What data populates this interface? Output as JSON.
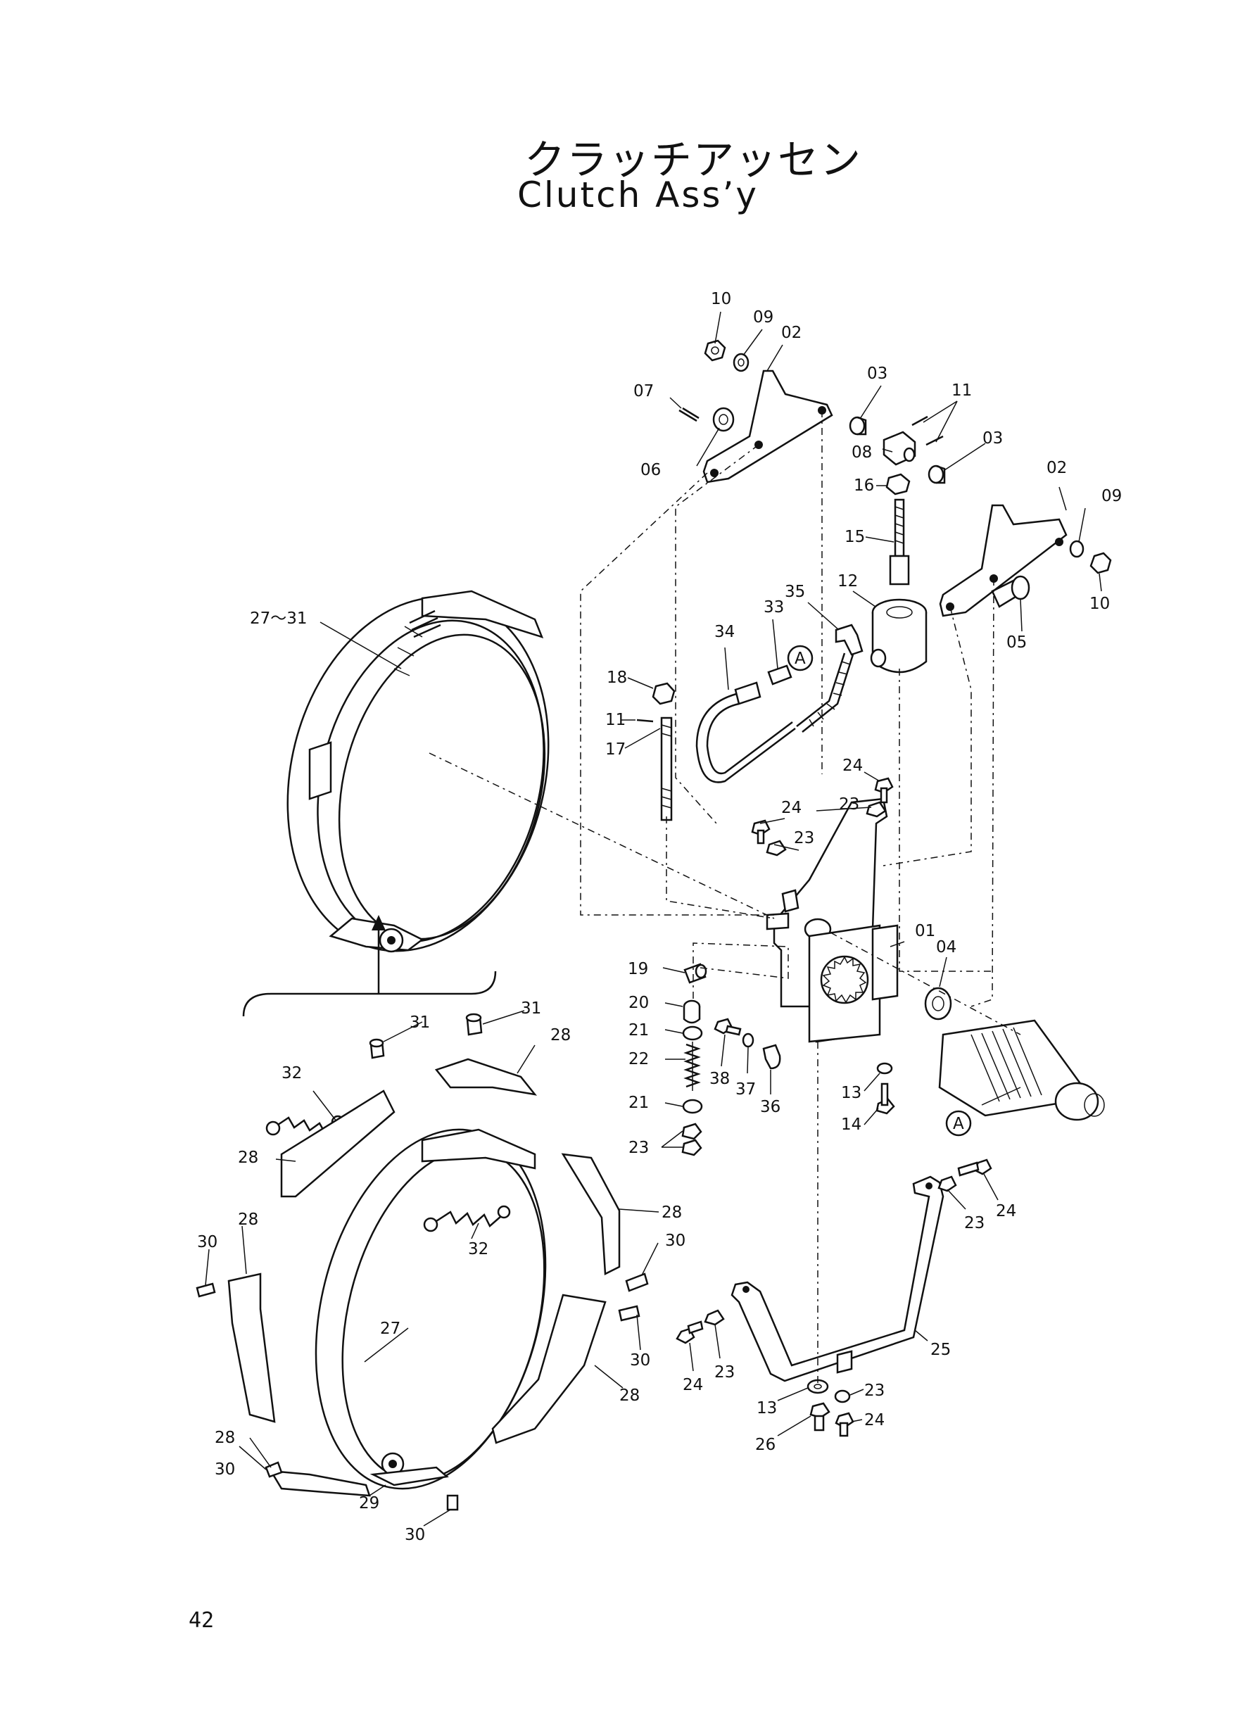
{
  "title": {
    "japanese": "クラッチアッセン",
    "english": "Clutch Ass’y"
  },
  "page_number": "42",
  "labels": {
    "p01": "01",
    "p02a": "02",
    "p02b": "02",
    "p03a": "03",
    "p03b": "03",
    "p04": "04",
    "p05": "05",
    "p06": "06",
    "p07": "07",
    "p08": "08",
    "p09a": "09",
    "p09b": "09",
    "p10a": "10",
    "p10b": "10",
    "p11a": "11",
    "p11b": "11",
    "p12": "12",
    "p13a": "13",
    "p13b": "13",
    "p14": "14",
    "p15": "15",
    "p16": "16",
    "p17": "17",
    "p18": "18",
    "p19": "19",
    "p20": "20",
    "p21a": "21",
    "p21b": "21",
    "p22": "22",
    "p23a": "23",
    "p23b": "23",
    "p23c": "23",
    "p23d": "23",
    "p23e": "23",
    "p23f": "23",
    "p24a": "24",
    "p24b": "24",
    "p24c": "24",
    "p24d": "24",
    "p24e": "24",
    "p25": "25",
    "p26": "26",
    "p27": "27",
    "p27_31": "27～31",
    "p28a": "28",
    "p28b": "28",
    "p28c": "28",
    "p28d": "28",
    "p28e": "28",
    "p28f": "28",
    "p29": "29",
    "p30a": "30",
    "p30b": "30",
    "p30c": "30",
    "p30d": "30",
    "p30e": "30",
    "p31a": "31",
    "p31b": "31",
    "p32a": "32",
    "p32b": "32",
    "p33": "33",
    "p34": "34",
    "p35": "35",
    "p36": "36",
    "p37": "37",
    "p38": "38",
    "refA1": "A",
    "refA2": "A"
  }
}
